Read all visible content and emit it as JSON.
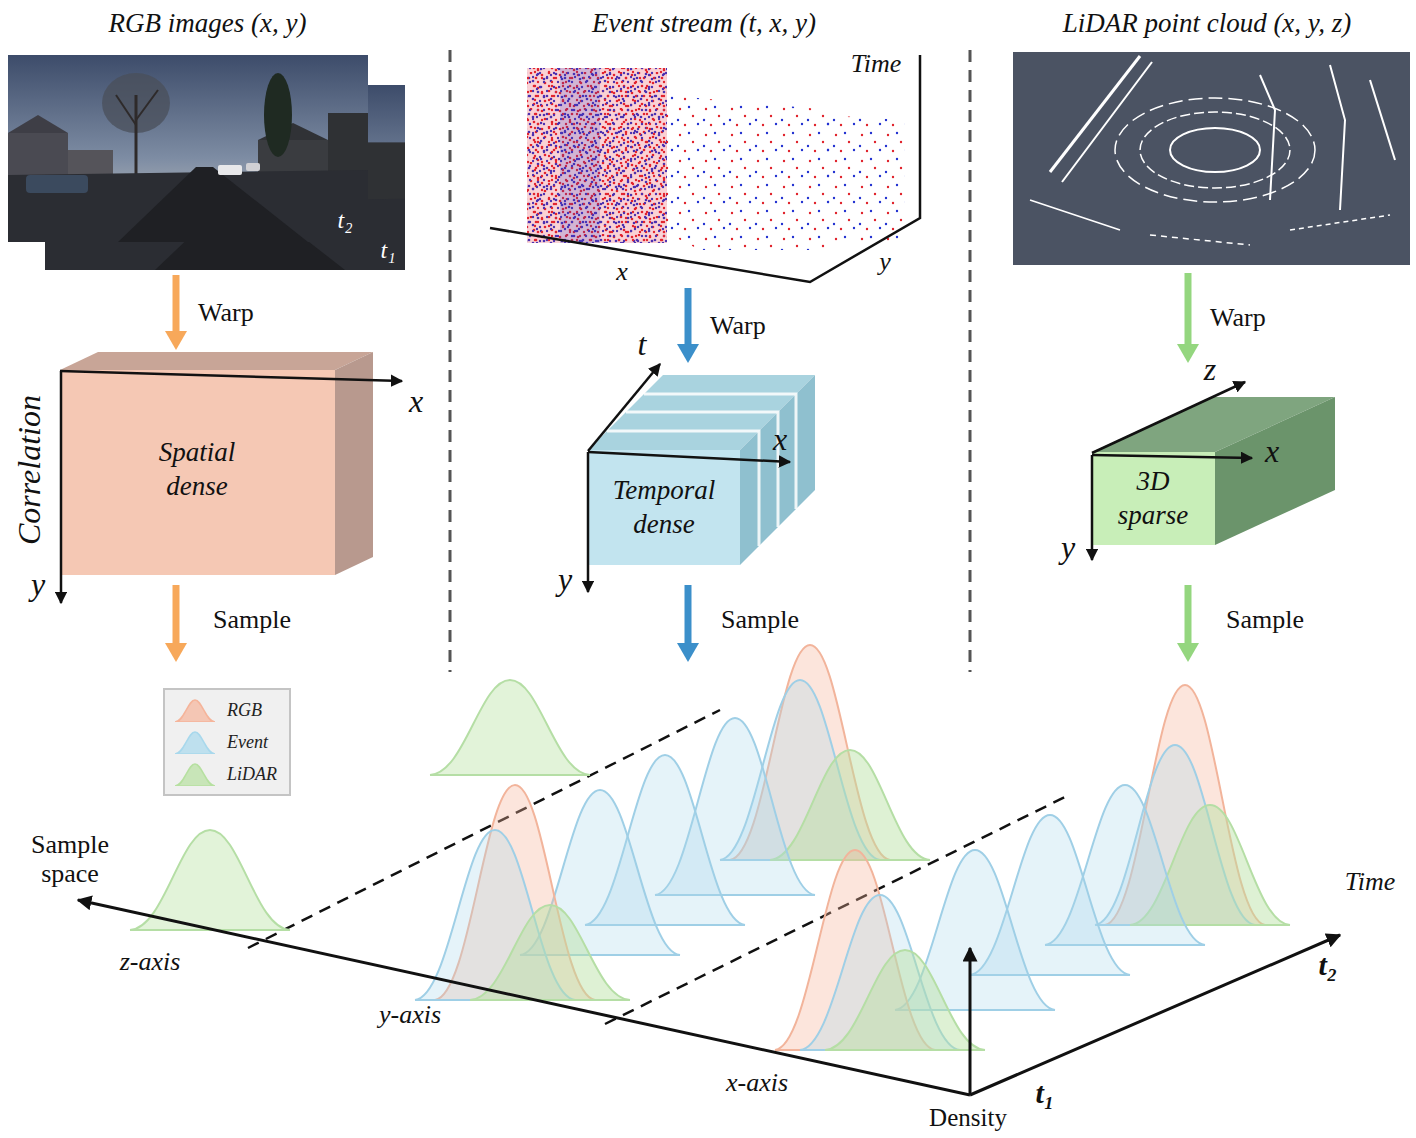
{
  "diagram": {
    "nodes": [
      {
        "text": [
          "RGB images (x, y)"
        ]
      },
      {
        "text": [
          "Event stream (t, x, y)"
        ]
      },
      {
        "text": [
          "LiDAR point cloud (x, y, z)"
        ]
      },
      {
        "text": [
          "Spatial dense"
        ]
      },
      {
        "text": [
          "Temporal dense"
        ]
      },
      {
        "text": [
          "3D sparse"
        ]
      }
    ],
    "edges": [
      {
        "from": 0,
        "to": 3,
        "label": "Warp",
        "arrow": "to"
      },
      {
        "from": 1,
        "to": 4,
        "label": "Warp",
        "arrow": "to"
      },
      {
        "from": 2,
        "to": 5,
        "label": "Warp",
        "arrow": "to"
      }
    ],
    "labels": [
      "t₂",
      "t₁",
      "Time",
      "x",
      "y",
      "Correlation",
      "x",
      "y",
      "t",
      "x",
      "y",
      "z",
      "x",
      "y",
      "Sample",
      "Sample",
      "Sample",
      "Sample space",
      "z-axis",
      "y-axis",
      "x-axis",
      "Time",
      "t₂",
      "t₁",
      "Density"
    ],
    "legend": [
      {
        "text": "RGB",
        "color": "#f5b49a"
      },
      {
        "text": "Event",
        "color": "#a8d8ec"
      },
      {
        "text": "LiDAR",
        "color": "#b6e0a0"
      }
    ]
  }
}
